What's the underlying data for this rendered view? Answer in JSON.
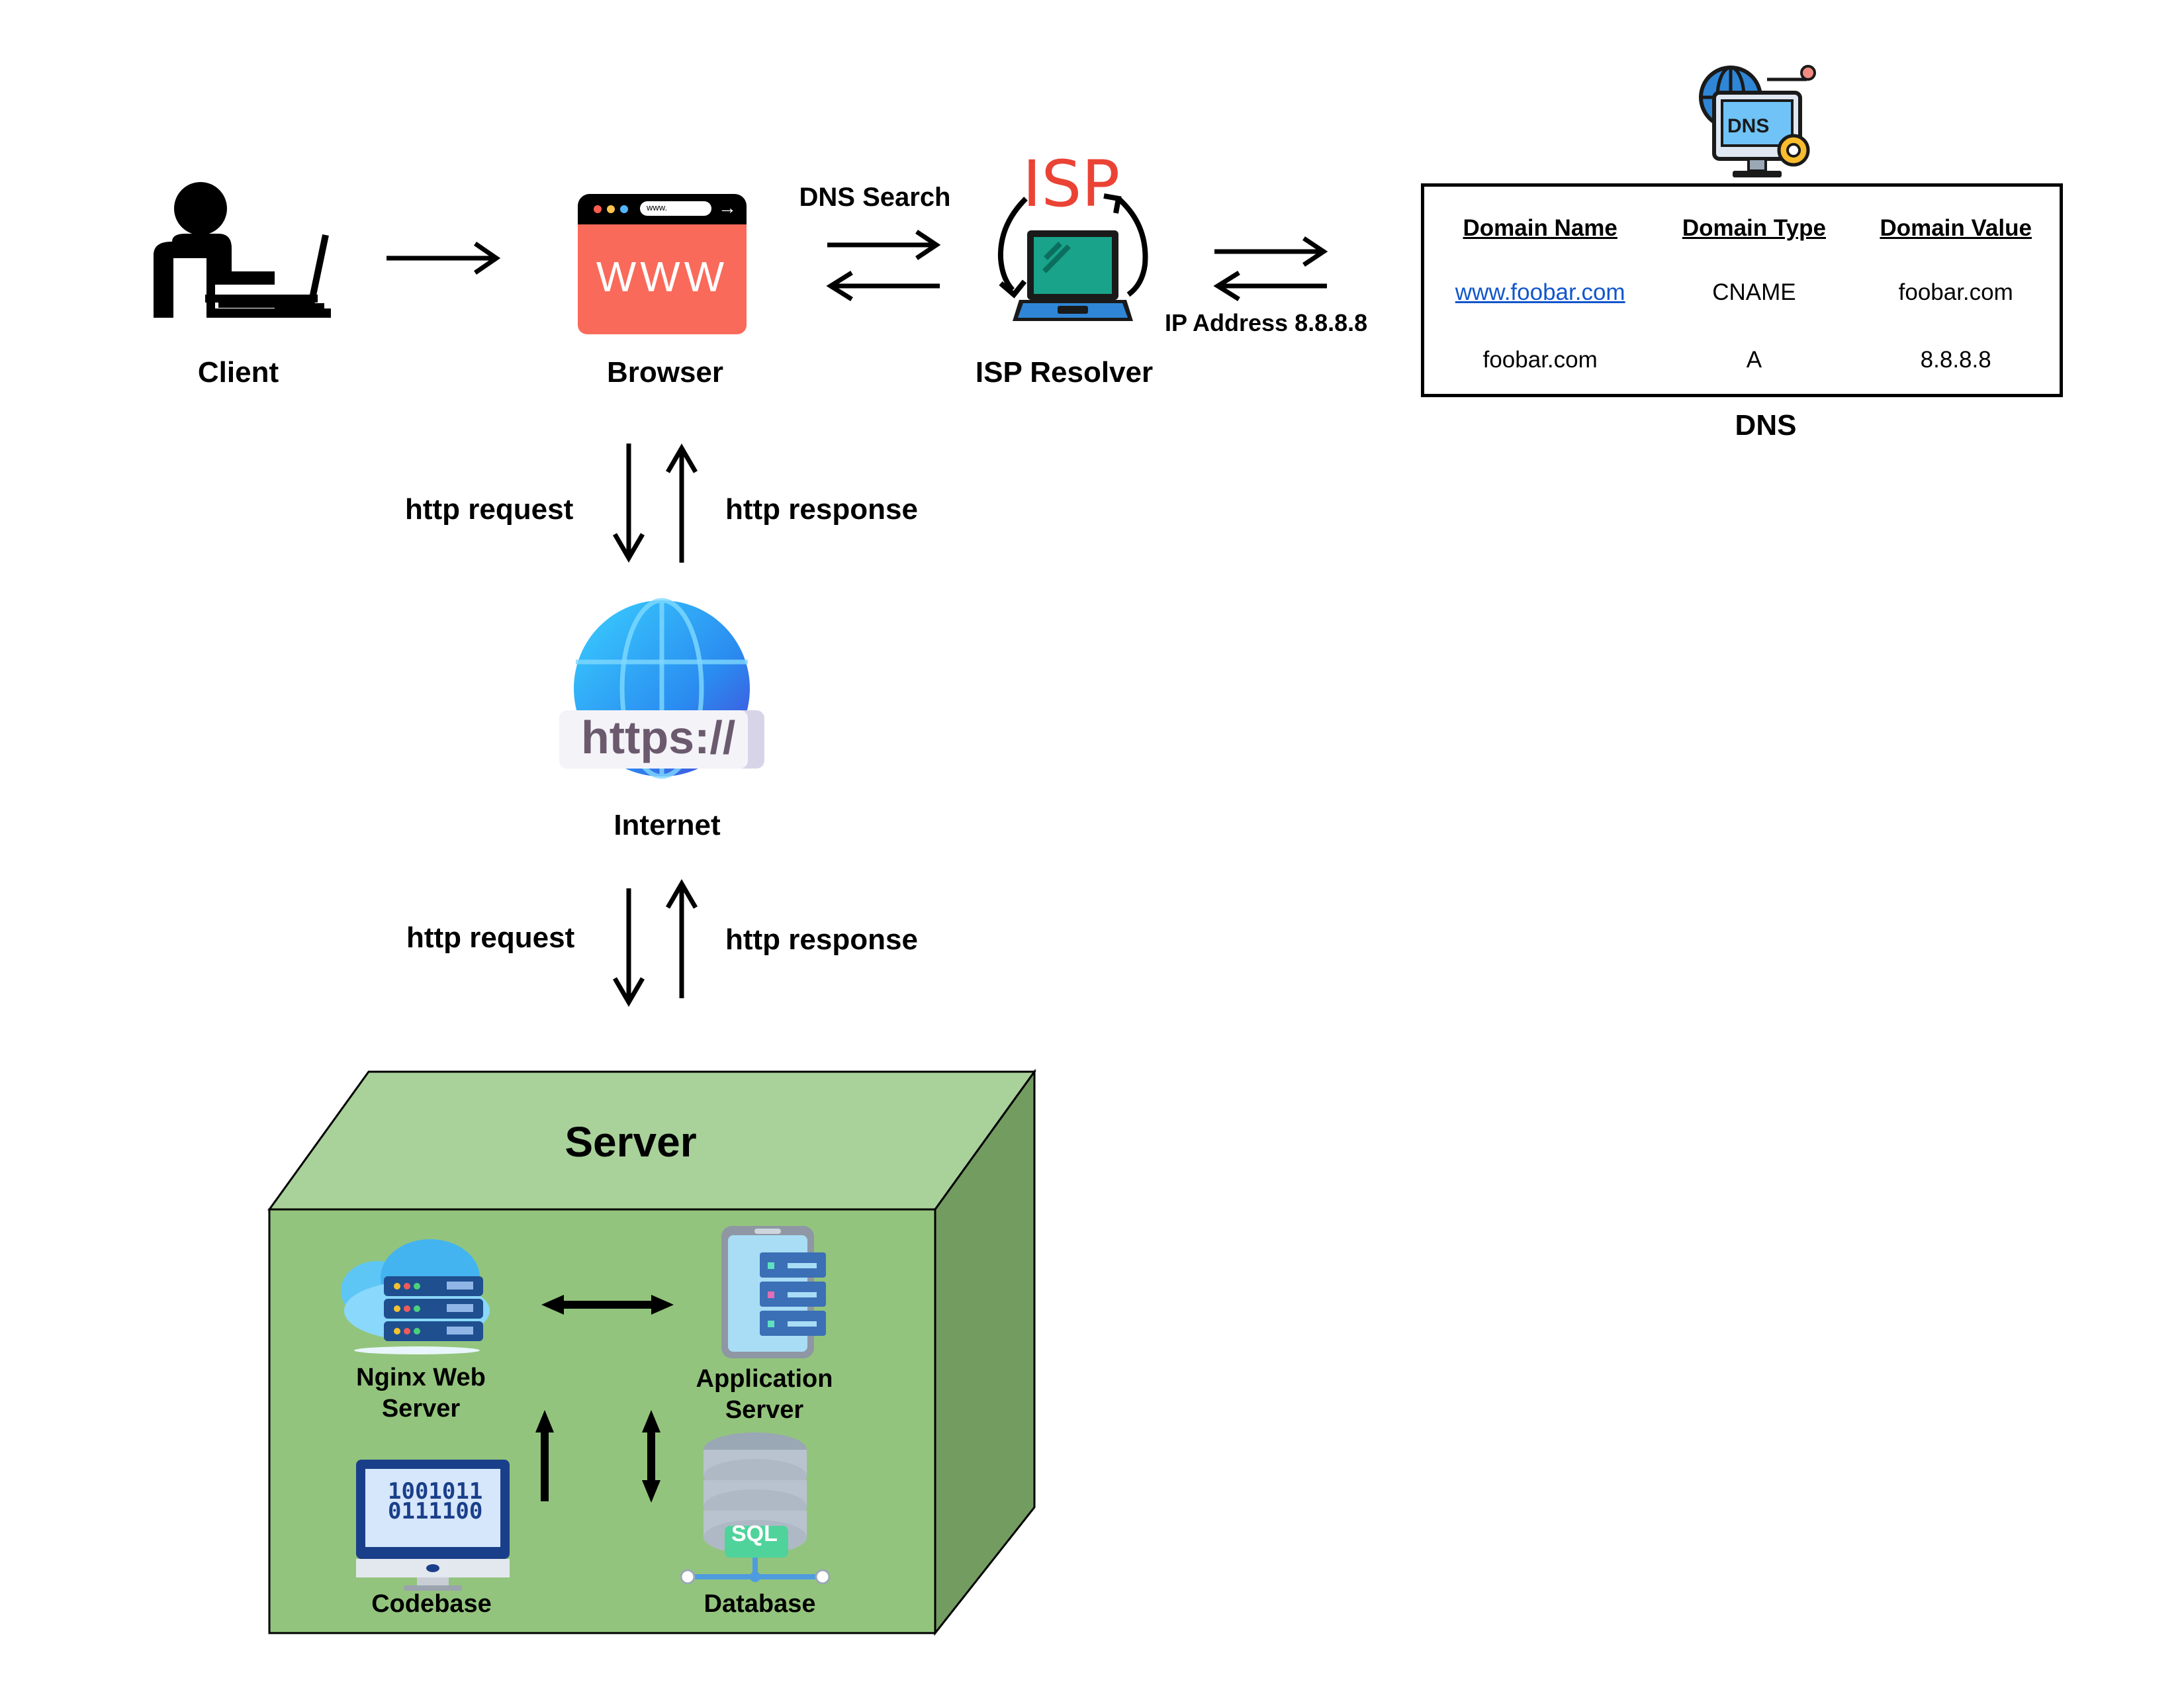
{
  "nodes": {
    "client": "Client",
    "browser": "Browser",
    "isp_resolver": "ISP Resolver",
    "dns": "DNS",
    "internet": "Internet",
    "server": "Server",
    "nginx": "Nginx Web\nServer",
    "app_server": "Application\nServer",
    "codebase": "Codebase",
    "database": "Database"
  },
  "icon_text": {
    "browser_url": "www.",
    "browser_main": "WWW",
    "isp": "ISP",
    "dns_screen": "DNS",
    "https": "https://",
    "code_line1": "1001011",
    "code_line2": "0111100",
    "sql": "SQL"
  },
  "edges": {
    "dns_search": "DNS Search",
    "ip_address": "IP Address 8.8.8.8",
    "http_request_1": "http request",
    "http_response_1": "http response",
    "http_request_2": "http request",
    "http_response_2": "http response"
  },
  "dns_table": {
    "headers": [
      "Domain Name",
      "Domain Type",
      "Domain Value"
    ],
    "rows": [
      [
        "www.foobar.com",
        "CNAME",
        "foobar.com"
      ],
      [
        "foobar.com",
        "A",
        "8.8.8.8"
      ]
    ]
  },
  "colors": {
    "browser_red": "#f96a5b",
    "isp_red": "#ea4335",
    "server_front": "#93c47d",
    "server_top": "#a9d19a",
    "server_side": "#739c61"
  }
}
